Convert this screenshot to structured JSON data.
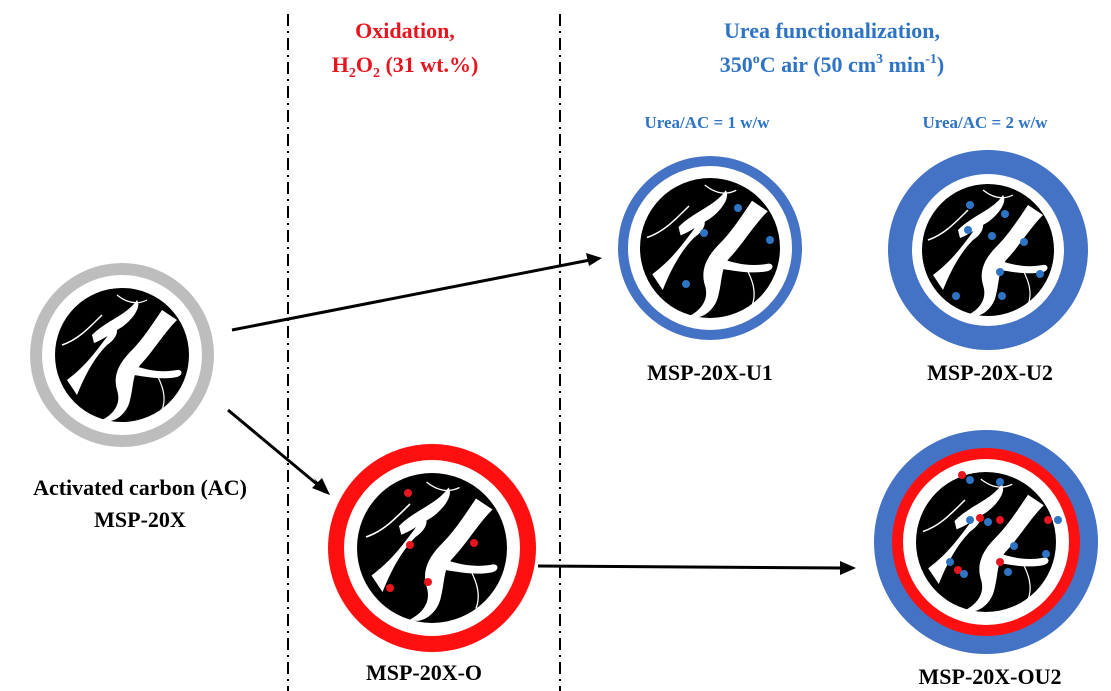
{
  "stages": {
    "oxidation": {
      "line1": "Oxidation,",
      "line2_main": "H",
      "line2_sub1": "2",
      "line2_mid": "O",
      "line2_sub2": "2",
      "line2_tail": " (31 wt.%)",
      "color": "#e8141e"
    },
    "urea": {
      "line1": "Urea functionalization,",
      "line2_a": "350",
      "line2_sup_deg": "o",
      "line2_b": "C air (50 cm",
      "line2_sup3": "3",
      "line2_c": " min",
      "line2_sup_neg1": "-1",
      "line2_d": ")",
      "color": "#2e74c4"
    }
  },
  "ratios": {
    "u1": "Urea/AC = 1 w/w",
    "u2": "Urea/AC = 2 w/w"
  },
  "samples": {
    "ac_line1": "Activated carbon (AC)",
    "ac_line2": "MSP-20X",
    "o": "MSP-20X-O",
    "u1": "MSP-20X-U1",
    "u2": "MSP-20X-U2",
    "ou2": "MSP-20X-OU2"
  },
  "colors": {
    "ac_ring": "#bdbdbd",
    "oxidized_ring": "#ff1010",
    "urea_ring": "#4472c4",
    "carbon": "#000000",
    "oxygen_dot": "#e8141e",
    "nitrogen_dot": "#2e74c4"
  }
}
